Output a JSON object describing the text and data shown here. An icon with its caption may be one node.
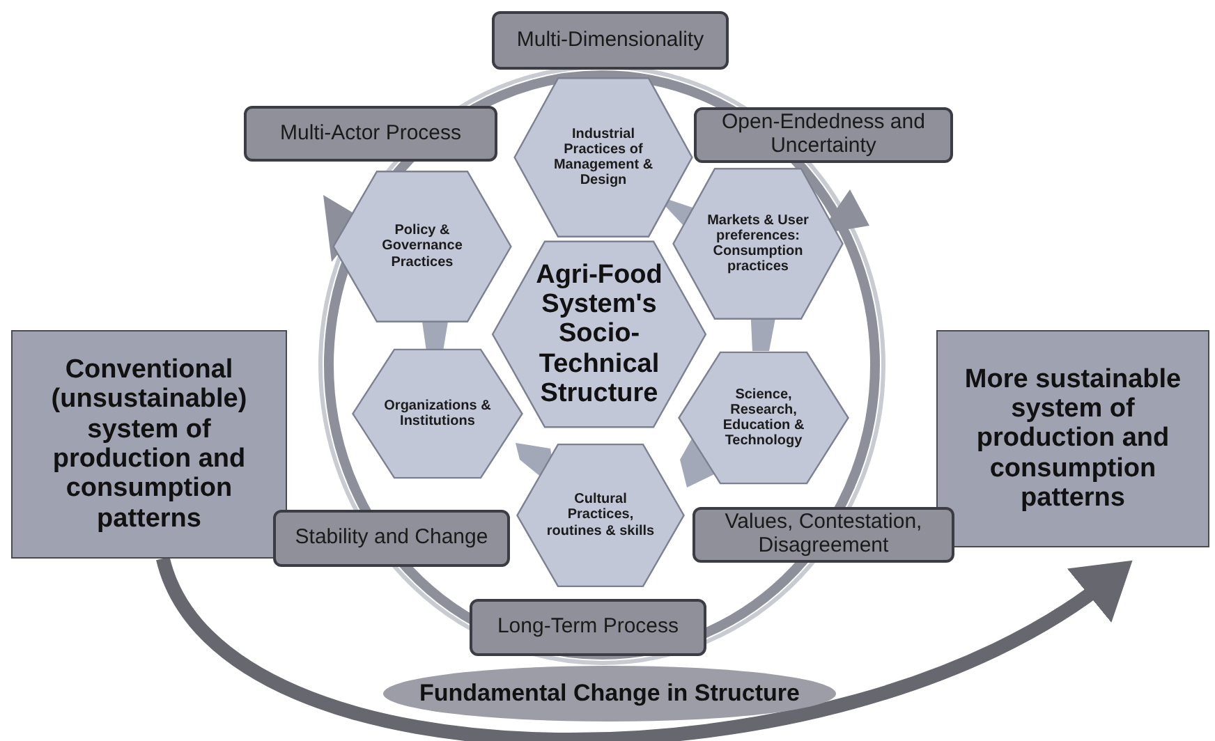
{
  "diagram": {
    "nodes": [
      {
        "text": [
          "Conventional (unsustainable) system of production and consumption patterns"
        ]
      },
      {
        "text": [
          "More sustainable system of production and consumption patterns"
        ]
      },
      {
        "text": [
          "Multi-Dimensionality"
        ]
      },
      {
        "text": [
          "Multi-Actor Process"
        ]
      },
      {
        "text": [
          "Open-Endedness and Uncertainty"
        ]
      },
      {
        "text": [
          "Stability and Change"
        ]
      },
      {
        "text": [
          "Values, Contestation, Disagreement"
        ]
      },
      {
        "text": [
          "Long-Term Process"
        ]
      },
      {
        "text": [
          "Industrial Practices of Management & Design"
        ]
      },
      {
        "text": [
          "Policy & Governance Practices"
        ]
      },
      {
        "text": [
          "Markets & User preferences: Consumption practices"
        ]
      },
      {
        "text": [
          "Agri-Food System's Socio-Technical Structure"
        ]
      },
      {
        "text": [
          "Organizations & Institutions"
        ]
      },
      {
        "text": [
          "Science, Research, Education & Technology"
        ]
      },
      {
        "text": [
          "Cultural Practices, routines & skills"
        ]
      },
      {
        "text": [
          "Fundamental Change in Structure"
        ]
      }
    ],
    "edges": [
      {
        "from": 0,
        "to": 1,
        "arrow": "to"
      }
    ]
  }
}
